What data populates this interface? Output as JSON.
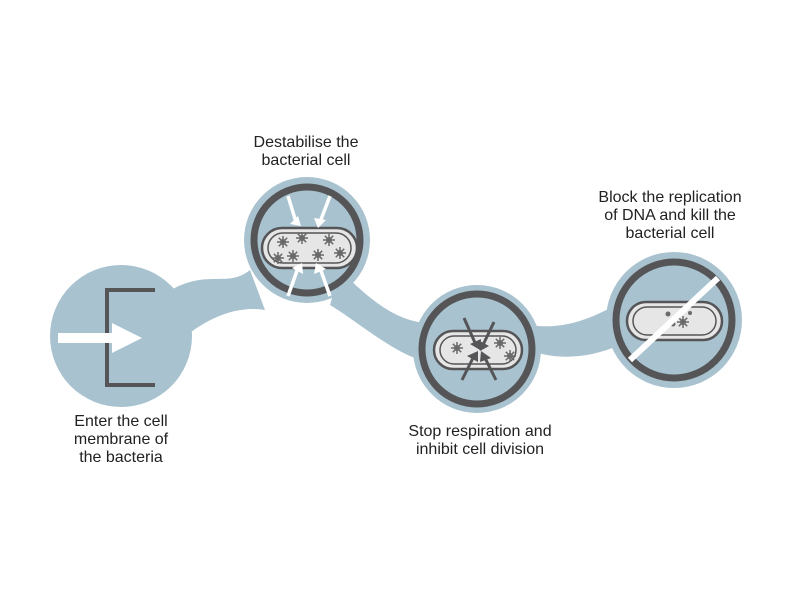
{
  "steps": [
    {
      "id": "enter",
      "lines": [
        "Enter the cell",
        "membrane of",
        "the bacteria"
      ]
    },
    {
      "id": "destabilise",
      "lines": [
        "Destabilise the",
        "bacterial cell"
      ]
    },
    {
      "id": "stop",
      "lines": [
        "Stop respiration and",
        "inhibit cell division"
      ]
    },
    {
      "id": "block",
      "lines": [
        "Block the replication",
        "of DNA and kill the",
        "bacterial cell"
      ]
    }
  ],
  "colors": {
    "bubble": "#a8c3cf",
    "ring": "#555558",
    "cell_fill": "#e6e6e6",
    "arrow": "#ffffff",
    "text": "#222222"
  }
}
